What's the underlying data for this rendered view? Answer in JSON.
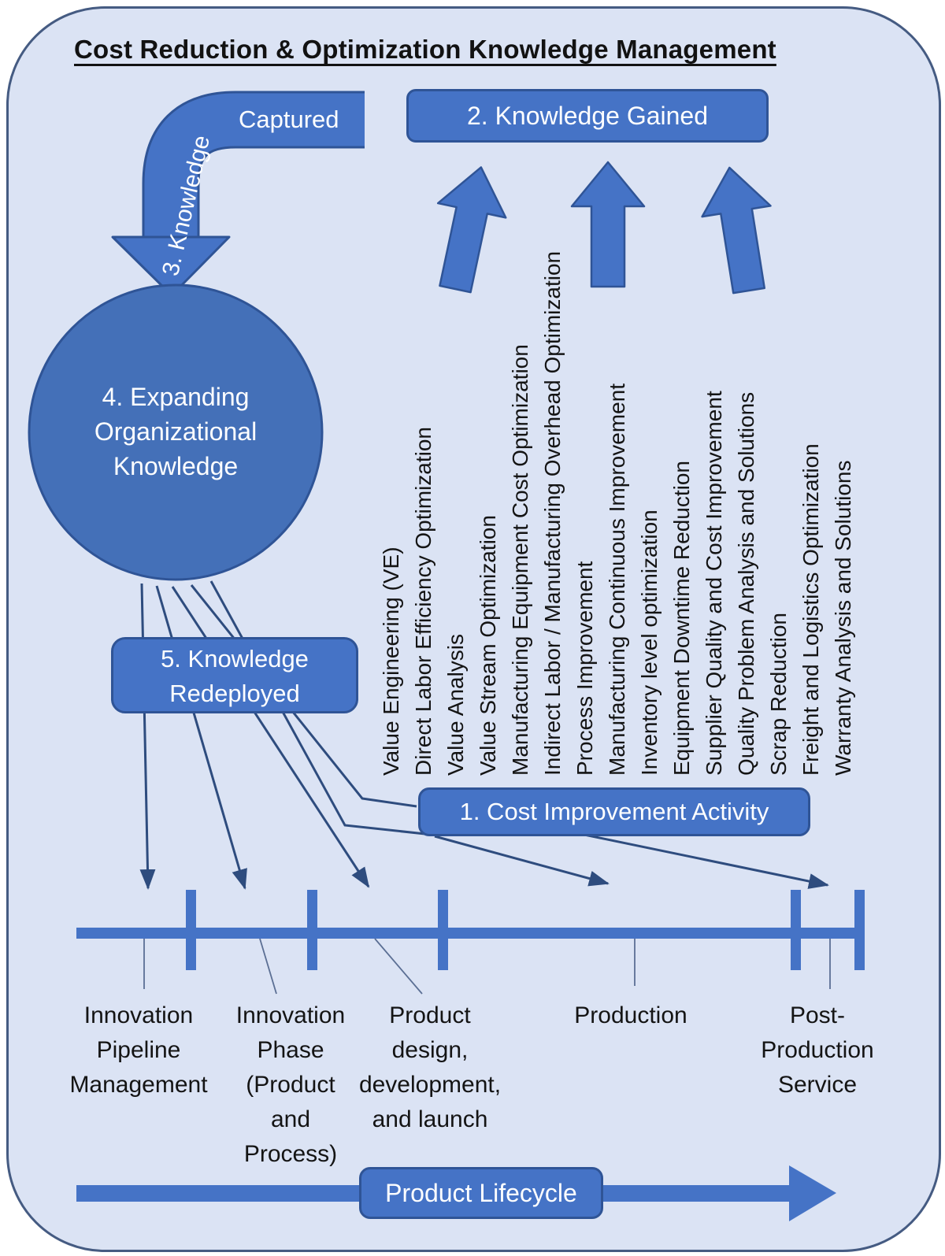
{
  "title": "Cost Reduction & Optimization Knowledge Management",
  "nodes": {
    "knowledge_gained": "2. Knowledge Gained",
    "knowledge_captured_top": "Captured",
    "knowledge_captured_side": "3. Knowledge",
    "expanding_org_knowledge": "4. Expanding\nOrganizational\nKnowledge",
    "knowledge_redeployed": "5. Knowledge\nRedeployed",
    "cost_improvement_activity": "1. Cost Improvement Activity",
    "product_lifecycle": "Product Lifecycle"
  },
  "activities": [
    "Value Engineering (VE)",
    "Direct Labor Efficiency Optimization",
    "Value Analysis",
    "Value Stream Optimization",
    "Manufacturing Equipment Cost Optimization",
    "Indirect Labor / Manufacturing Overhead Optimization",
    "Process Improvement",
    "Manufacturing Continuous Improvement",
    "Inventory level optimization",
    "Equipment Downtime Reduction",
    "Supplier Quality and Cost Improvement",
    "Quality Problem Analysis and Solutions",
    "Scrap Reduction",
    "Freight and Logistics Optimization",
    "Warranty Analysis and Solutions"
  ],
  "lifecycle_phases": [
    {
      "label": "Innovation\nPipeline\nManagement"
    },
    {
      "label": "Innovation\nPhase\n(Product\nand\nProcess)"
    },
    {
      "label": "Product\ndesign,\ndevelopment,\nand launch"
    },
    {
      "label": "Production"
    },
    {
      "label": "Post-\nProduction\nService"
    }
  ],
  "colors": {
    "panel_background": "#dbe3f4",
    "panel_border": "#455b82",
    "shape_fill": "#4573c6",
    "circle_fill": "#4470b8",
    "shape_border": "#2f5496",
    "connector": "#2e4c7e",
    "text_dark": "#141414",
    "text_light": "#fdfeff"
  }
}
